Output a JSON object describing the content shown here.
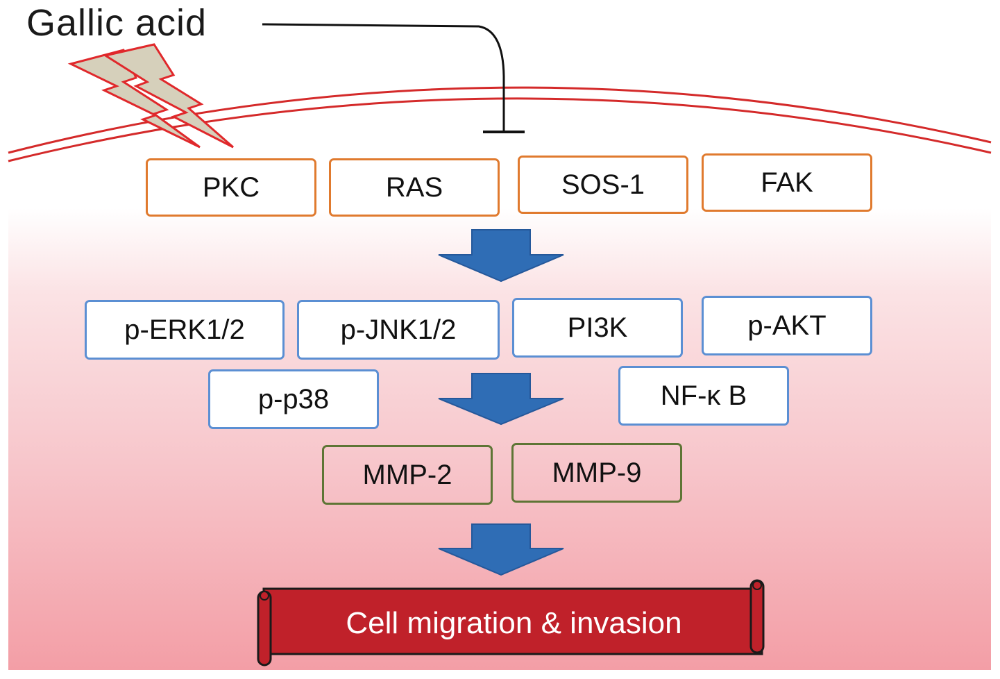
{
  "title": "Gallic acid",
  "upstream": {
    "items": [
      {
        "label": "PKC"
      },
      {
        "label": "RAS"
      },
      {
        "label": "SOS-1"
      },
      {
        "label": "FAK"
      }
    ]
  },
  "downstream": {
    "row1": [
      {
        "label": "p-ERK1/2"
      },
      {
        "label": "p-JNK1/2"
      },
      {
        "label": "PI3K"
      },
      {
        "label": "p-AKT"
      }
    ],
    "row2": [
      {
        "label": "p-p38"
      },
      {
        "label": "NF-κ B"
      }
    ]
  },
  "mmps": [
    {
      "label": "MMP-2"
    },
    {
      "label": "MMP-9"
    }
  ],
  "outcome": {
    "label": "Cell migration & invasion"
  },
  "colors": {
    "membrane": "#d42a2a",
    "lightning_fill": "#d6d0bb",
    "lightning_stroke": "#e0282b",
    "upstream_border": "#e07a2e",
    "downstream_border": "#5b8fd3",
    "mmp_border": "#5e7535",
    "arrow": "#2f6db5",
    "banner": "#c0212a"
  },
  "icons": {
    "stimulus": "lightning-bolt-icon",
    "inhibition": "t-bar-inhibition-icon",
    "flow": "down-arrow-icon"
  }
}
